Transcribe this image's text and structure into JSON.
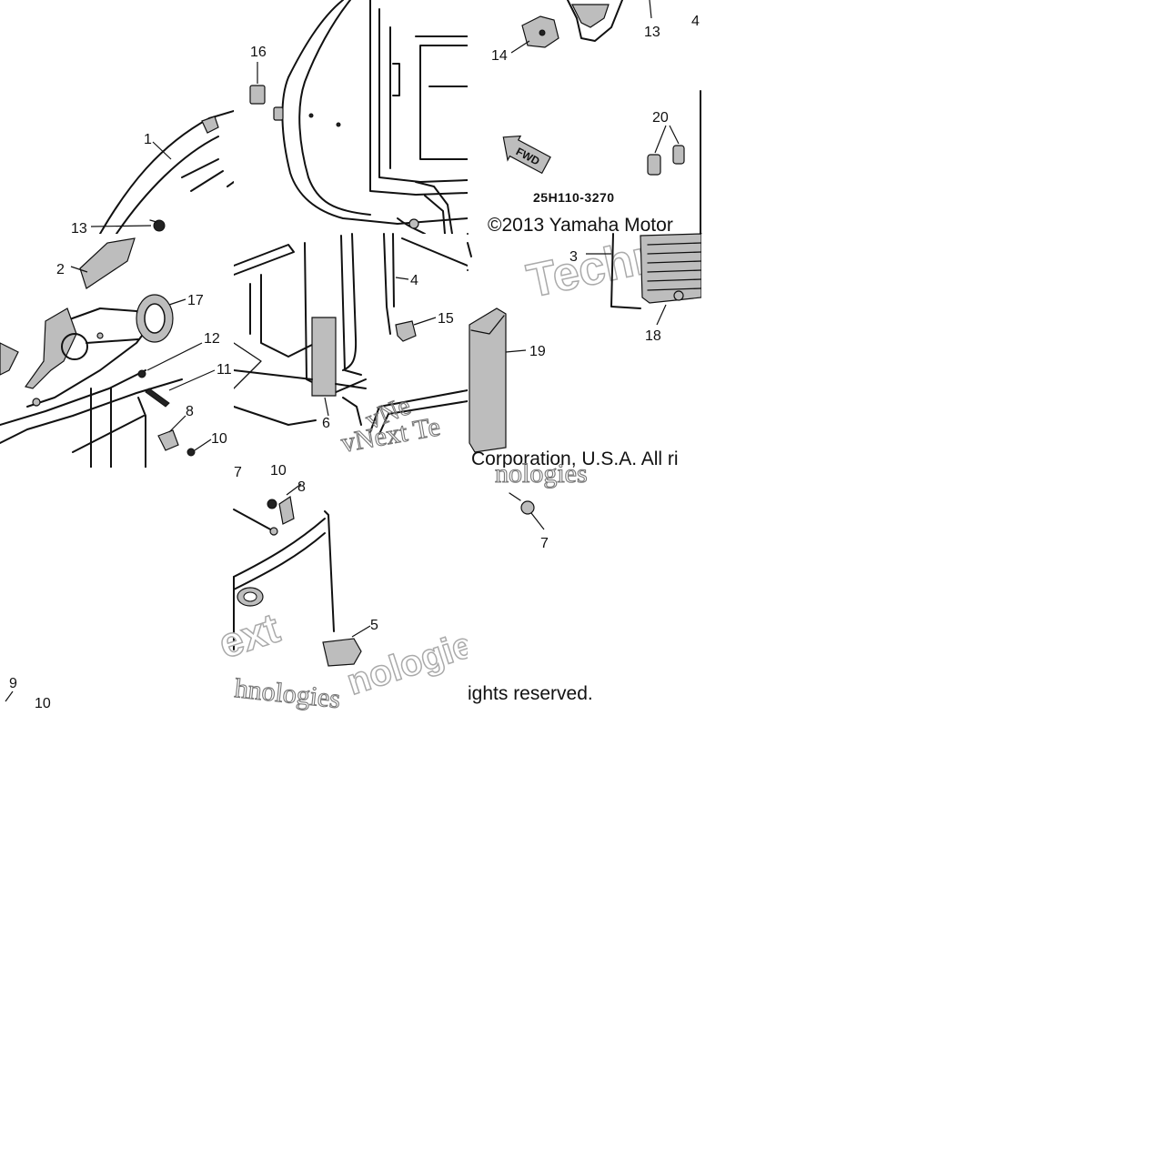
{
  "diagram": {
    "part_code": "25H110-3270",
    "fwd_arrow_label": "FWD",
    "copyright_parts": [
      "©2013 Yamaha Motor",
      "Corporation, U.S.A. All ri",
      "ights reserved."
    ],
    "watermark_parts": [
      "Techn",
      "vNe",
      "vNext Te",
      "nologies",
      "ext",
      "hnologies",
      "nologie"
    ],
    "callouts": {
      "p1": "1",
      "p2": "2",
      "p3": "3",
      "p4a": "4",
      "p4b": "4",
      "p5": "5",
      "p6": "6",
      "p7": "7",
      "p8a": "8",
      "p8b": "8",
      "p9": "9",
      "p10a": "10",
      "p10b": "10",
      "p10c": "10",
      "p11": "11",
      "p12": "12",
      "p13a": "13",
      "p13b": "13",
      "p14": "14",
      "p15": "15",
      "p16": "16",
      "p17": "17",
      "p18": "18",
      "p19": "19",
      "p20": "20"
    }
  }
}
